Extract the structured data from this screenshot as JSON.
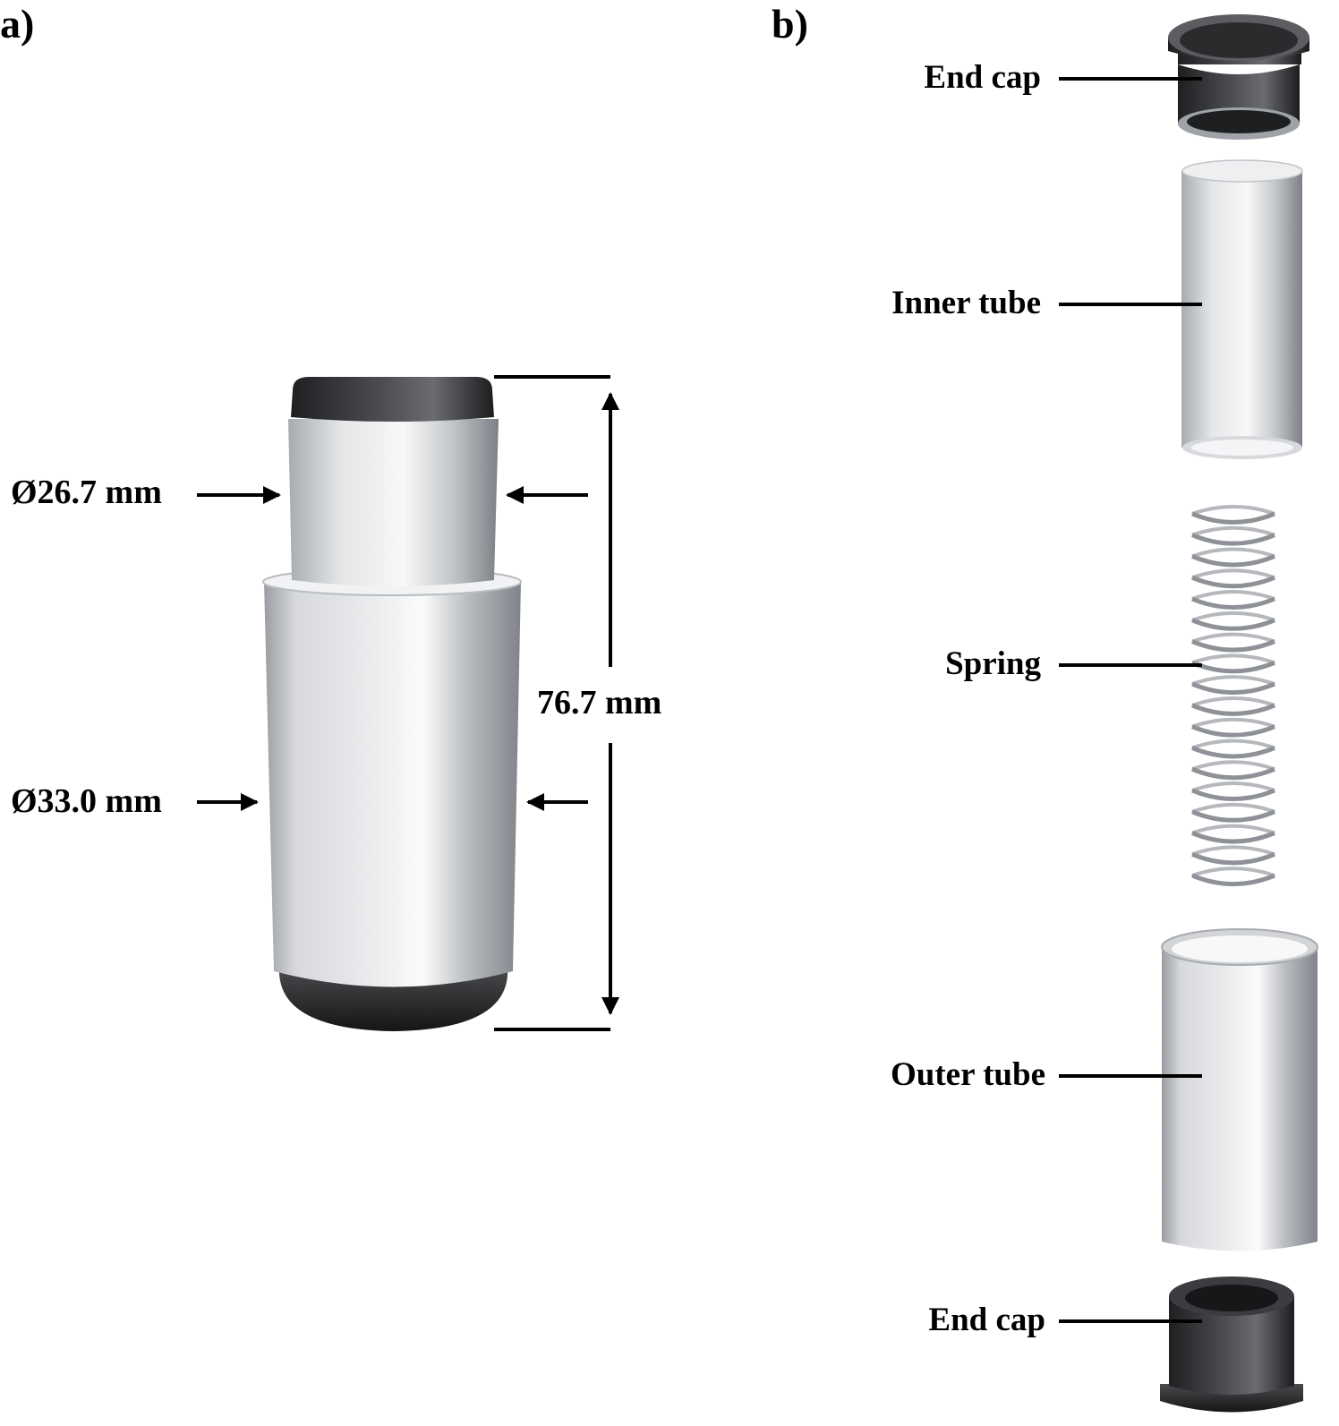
{
  "panels": {
    "a": "a)",
    "b": "b)"
  },
  "dimensions": {
    "inner_diameter": "Ø26.7 mm",
    "outer_diameter": "Ø33.0 mm",
    "length": "76.7 mm"
  },
  "parts": {
    "end_cap_top": "End cap",
    "inner_tube": "Inner tube",
    "spring": "Spring",
    "outer_tube": "Outer tube",
    "end_cap_bottom": "End cap"
  },
  "colors": {
    "metal_dark": "#8a8d91",
    "metal_light": "#f4f5f6",
    "cap_dark": "#1e1f21",
    "cap_mid": "#5a5c5f",
    "line": "#000000"
  }
}
